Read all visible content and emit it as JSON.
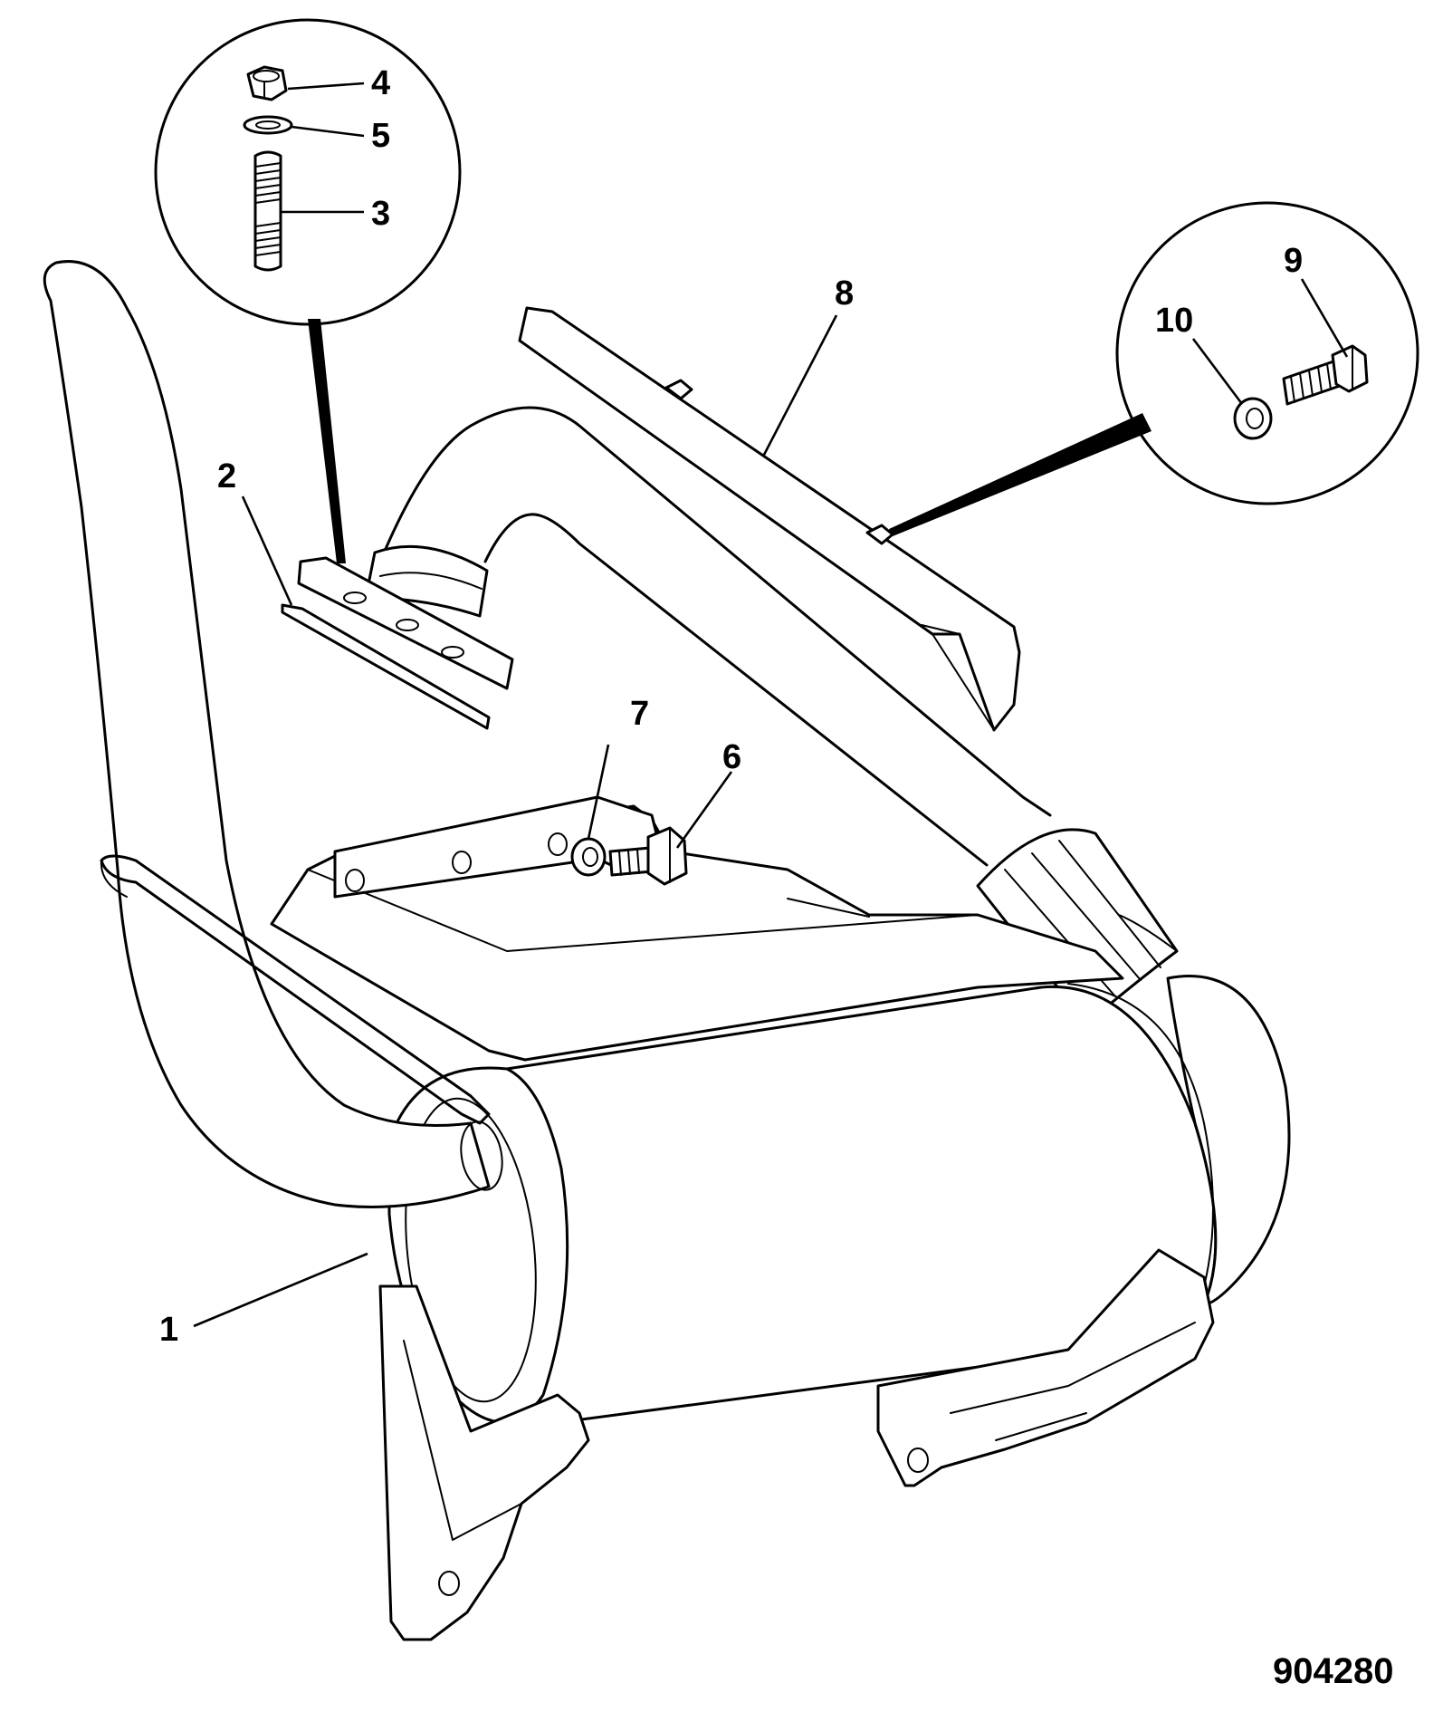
{
  "diagram": {
    "reference_number": "904280",
    "callouts": [
      {
        "id": "1",
        "label": "1"
      },
      {
        "id": "2",
        "label": "2"
      },
      {
        "id": "3",
        "label": "3"
      },
      {
        "id": "4",
        "label": "4"
      },
      {
        "id": "5",
        "label": "5"
      },
      {
        "id": "6",
        "label": "6"
      },
      {
        "id": "7",
        "label": "7"
      },
      {
        "id": "8",
        "label": "8"
      },
      {
        "id": "9",
        "label": "9"
      },
      {
        "id": "10",
        "label": "10"
      }
    ]
  }
}
